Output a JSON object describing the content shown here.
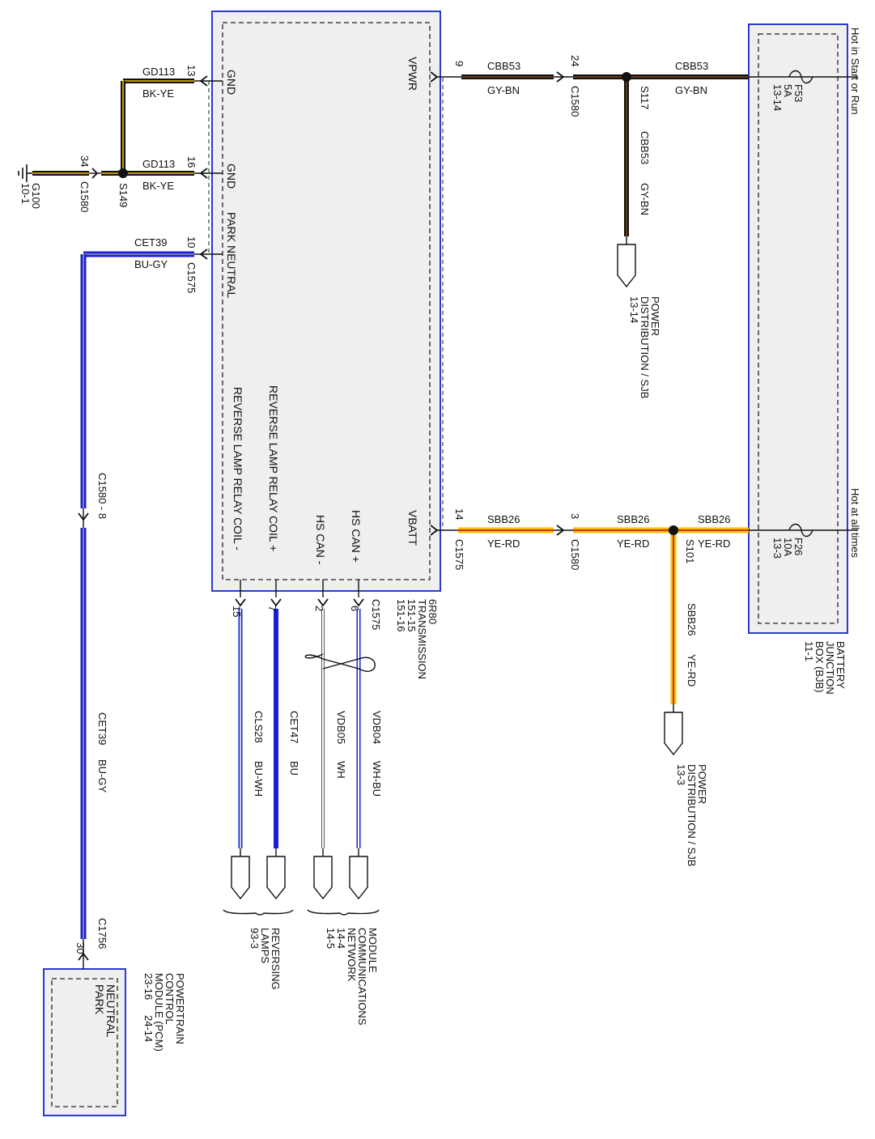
{
  "labels": {
    "hot_start_run": "Hot in Start or Run",
    "hot_all_times": "Hot at all times",
    "bjb_l1": "BATTERY",
    "bjb_l2": "JUNCTION",
    "bjb_l3": "BOX (BJB)",
    "bjb_l4": "11-1",
    "trans_l1": "6R80",
    "trans_l2": "TRANSMISSION",
    "trans_l3": "151-15",
    "trans_l4": "151-16",
    "pcm_l1": "POWERTRAIN",
    "pcm_l2": "CONTROL",
    "pcm_l3": "MODULE (PCM)",
    "pcm_l4a": "23-16",
    "pcm_l4b": "24-14",
    "pcm_pin": "PARK NEUTRAL",
    "pin_gnd_a": "GND",
    "pin_gnd_b": "GND",
    "pin_park_neutral": "PARK NEUTRAL",
    "pin_vpwr": "VPWR",
    "pin_vbatt": "VBATT",
    "pin_hs_can_plus": "HS CAN +",
    "pin_hs_can_minus": "HS CAN -",
    "pin_rev_coil_plus": "REVERSE LAMP RELAY COIL +",
    "pin_rev_coil_minus": "REVERSE LAMP RELAY COIL -",
    "fuse_f53": "F53",
    "fuse_f53_amp": "5A",
    "fuse_f53_ref": "13-14",
    "fuse_f26": "F26",
    "fuse_f26_amp": "10A",
    "fuse_f26_ref": "13-3",
    "ground_g100": "G100",
    "ground_g100_ref": "10-1",
    "pd1_l1": "POWER",
    "pd1_l2": "DISTRIBUTION / SJB",
    "pd1_l3": "13-14",
    "pd2_l1": "POWER",
    "pd2_l2": "DISTRIBUTION / SJB",
    "pd2_l3": "13-3",
    "mcn_l1": "MODULE",
    "mcn_l2": "COMMUNICATIONS",
    "mcn_l3": "NETWORK",
    "mcn_l4": "14-4",
    "mcn_l5": "14-5",
    "rl_l1": "REVERSING",
    "rl_l2": "LAMPS",
    "rl_l3": "93-3"
  },
  "wires": {
    "cbb53": "CBB53",
    "gy_bn": "GY-BN",
    "sbb26": "SBB26",
    "ye_rd": "YE-RD",
    "gd113": "GD113",
    "bk_ye": "BK-YE",
    "cet39": "CET39",
    "bu_gy": "BU-GY",
    "vdb04": "VDB04",
    "wh_bu": "WH-BU",
    "vdb05": "VDB05",
    "wh": "WH",
    "cet47": "CET47",
    "bu": "BU",
    "cls28": "CLS28",
    "bu_wh": "BU-WH"
  },
  "connectors": {
    "c1580": "C1580",
    "c1575": "C1575",
    "c1756": "C1756",
    "c1580_8": "C1580 - 8"
  },
  "splices": {
    "s117": "S117",
    "s101": "S101",
    "s149": "S149"
  },
  "pins": {
    "p9": "9",
    "p24": "24",
    "p14": "14",
    "p3": "3",
    "p13": "13",
    "p16": "16",
    "p34": "34",
    "p10": "10",
    "p6": "6",
    "p2": "2",
    "p7": "7",
    "p15": "15",
    "p30": "30"
  },
  "colors": {
    "box_border": "#2b3bd0",
    "box_fill": "#efefef",
    "wire_blue": "#1a1fd6",
    "wire_black": "#111111",
    "wire_yellow": "#f2c200",
    "wire_red": "#d21c1c",
    "wire_brown": "#7a4a1a",
    "wire_gray": "#9a9a9a"
  }
}
